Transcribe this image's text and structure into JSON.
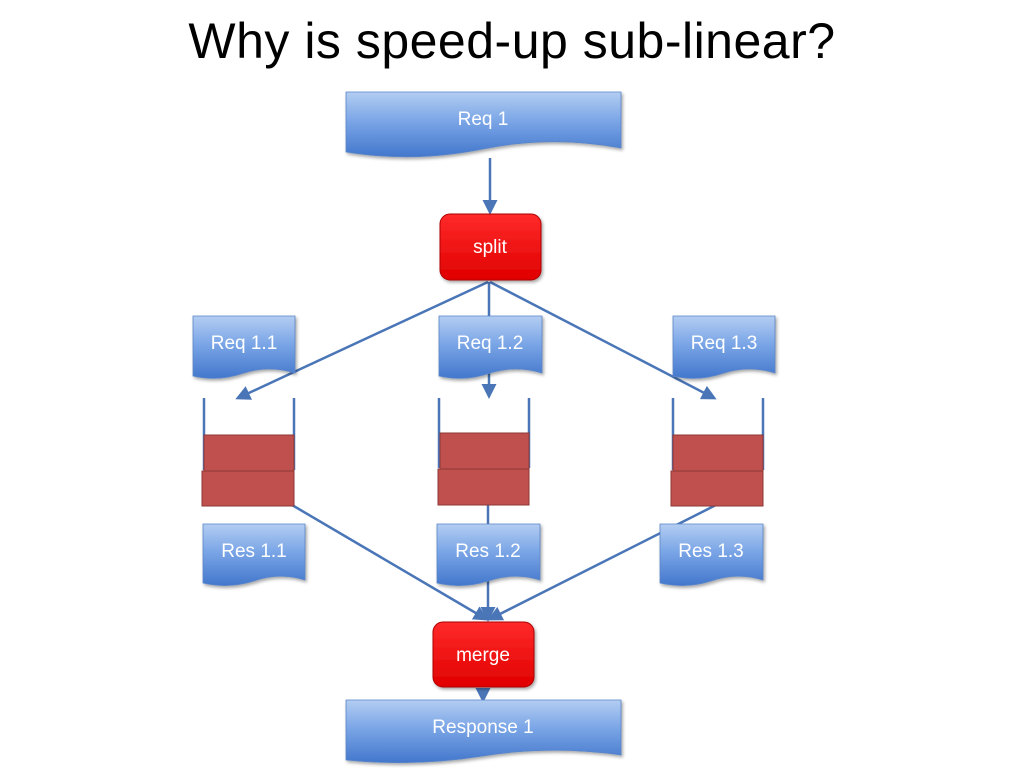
{
  "slide": {
    "title": "Why is speed-up sub-linear?"
  },
  "diagram": {
    "request": "Req 1",
    "split": "split",
    "sub_requests": [
      "Req 1.1",
      "Req 1.2",
      "Req 1.3"
    ],
    "sub_responses": [
      "Res 1.1",
      "Res 1.2",
      "Res 1.3"
    ],
    "merge": "merge",
    "response": "Response 1"
  },
  "colors": {
    "doc_fill_top": "#a9c6f0",
    "doc_fill_bottom": "#4a7fd0",
    "process_fill": "#ee0000",
    "queue_item": "#c0504d",
    "connector": "#4a76b8"
  }
}
